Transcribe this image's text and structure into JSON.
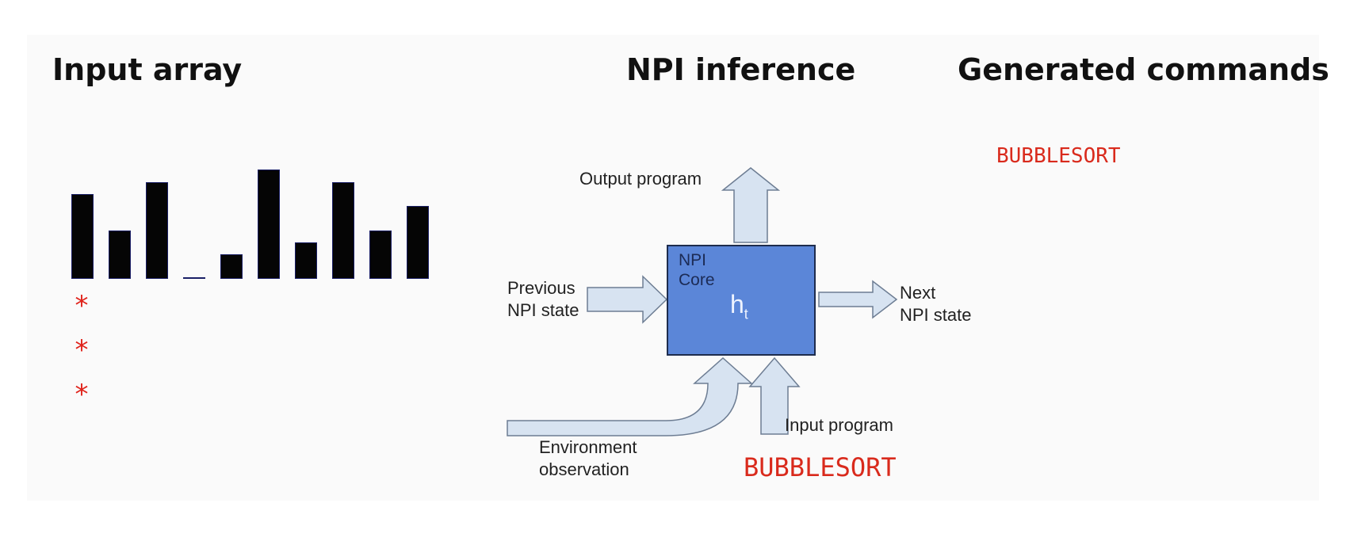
{
  "headings": {
    "input_array": "Input array",
    "npi_inference": "NPI inference",
    "generated_commands": "Generated commands"
  },
  "input_array": {
    "values": [
      7,
      4,
      8,
      0,
      2,
      9,
      3,
      8,
      4,
      6
    ],
    "pointer_symbol": "*",
    "pointer_count": 3,
    "bar_color": "#050505",
    "pointer_color": "#e0231b"
  },
  "diagram": {
    "core_label_line1": "NPI",
    "core_label_line2": "Core",
    "hidden_state_symbol": "h",
    "hidden_state_subscript": "t",
    "output_program": "Output program",
    "previous_state_line1": "Previous",
    "previous_state_line2": "NPI state",
    "next_state_line1": "Next",
    "next_state_line2": "NPI state",
    "input_program": "Input program",
    "environment_line1": "Environment",
    "environment_line2": "observation",
    "core_color": "#5b86d8",
    "arrow_color": "#d7e3f1"
  },
  "commands": {
    "generated": [
      "BUBBLESORT"
    ],
    "input_program_value": "BUBBLESORT",
    "command_color": "#d92a1c"
  }
}
